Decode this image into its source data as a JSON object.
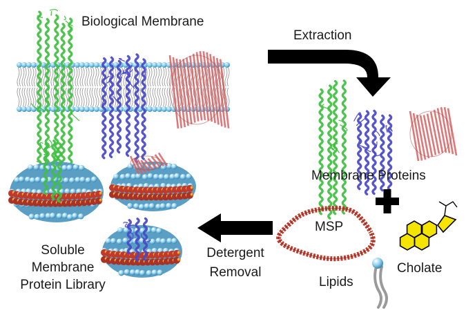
{
  "labels": {
    "biological_membrane": "Biological Membrane",
    "extraction": "Extraction",
    "membrane_proteins": "Membrane Proteins",
    "msp": "MSP",
    "cholate": "Cholate",
    "lipids": "Lipids",
    "detergent_removal_line1": "Detergent",
    "detergent_removal_line2": "Removal",
    "library_line1": "Soluble",
    "library_line2": "Membrane",
    "library_line3": "Protein Library"
  },
  "colors": {
    "protein_green": "#3fbf3f",
    "protein_blue": "#4848c8",
    "protein_red": "#d86060",
    "lipid_head": "#7ec8ea",
    "lipid_tail": "#9a9a9a",
    "msp_red": "#c0392b",
    "cholate_yellow": "#f5e400",
    "arrow": "#000000"
  }
}
